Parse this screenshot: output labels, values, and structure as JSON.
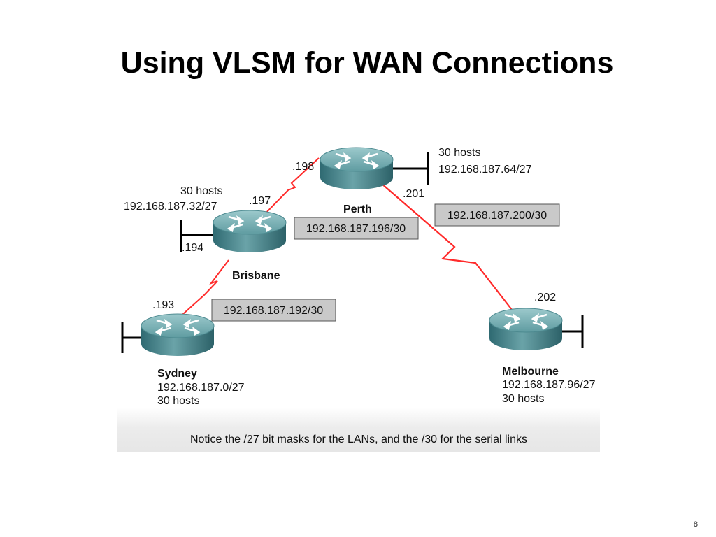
{
  "slide": {
    "title": "Using VLSM for WAN Connections",
    "page_number": "8"
  },
  "routers": {
    "perth": {
      "name": "Perth",
      "lan_hosts": "30 hosts",
      "lan_subnet": "192.168.187.64/27"
    },
    "brisbane": {
      "name": "Brisbane",
      "lan_hosts": "30 hosts",
      "lan_subnet": "192.168.187.32/27",
      "lan_addr": ".194"
    },
    "sydney": {
      "name": "Sydney",
      "lan_subnet": "192.168.187.0/27",
      "lan_hosts": "30 hosts"
    },
    "melbourne": {
      "name": "Melbourne",
      "lan_subnet": "192.168.187.96/27",
      "lan_hosts": "30 hosts"
    }
  },
  "links": {
    "perth_brisbane": {
      "subnet": "192.168.187.196/30",
      "perth_addr": ".198",
      "brisbane_addr": ".197"
    },
    "perth_melbourne": {
      "subnet": "192.168.187.200/30",
      "perth_addr": ".201",
      "melbourne_addr": ".202"
    },
    "brisbane_sydney": {
      "subnet": "192.168.187.192/30",
      "sydney_addr": ".193"
    }
  },
  "caption": "Notice the /27 bit masks for the LANs, and the /30 for the serial links",
  "colors": {
    "serial_link": "#ff2a2a",
    "router_body": "#3f7f86",
    "router_top": "#7fb4b8",
    "subnet_box": "#c9c9c9"
  }
}
